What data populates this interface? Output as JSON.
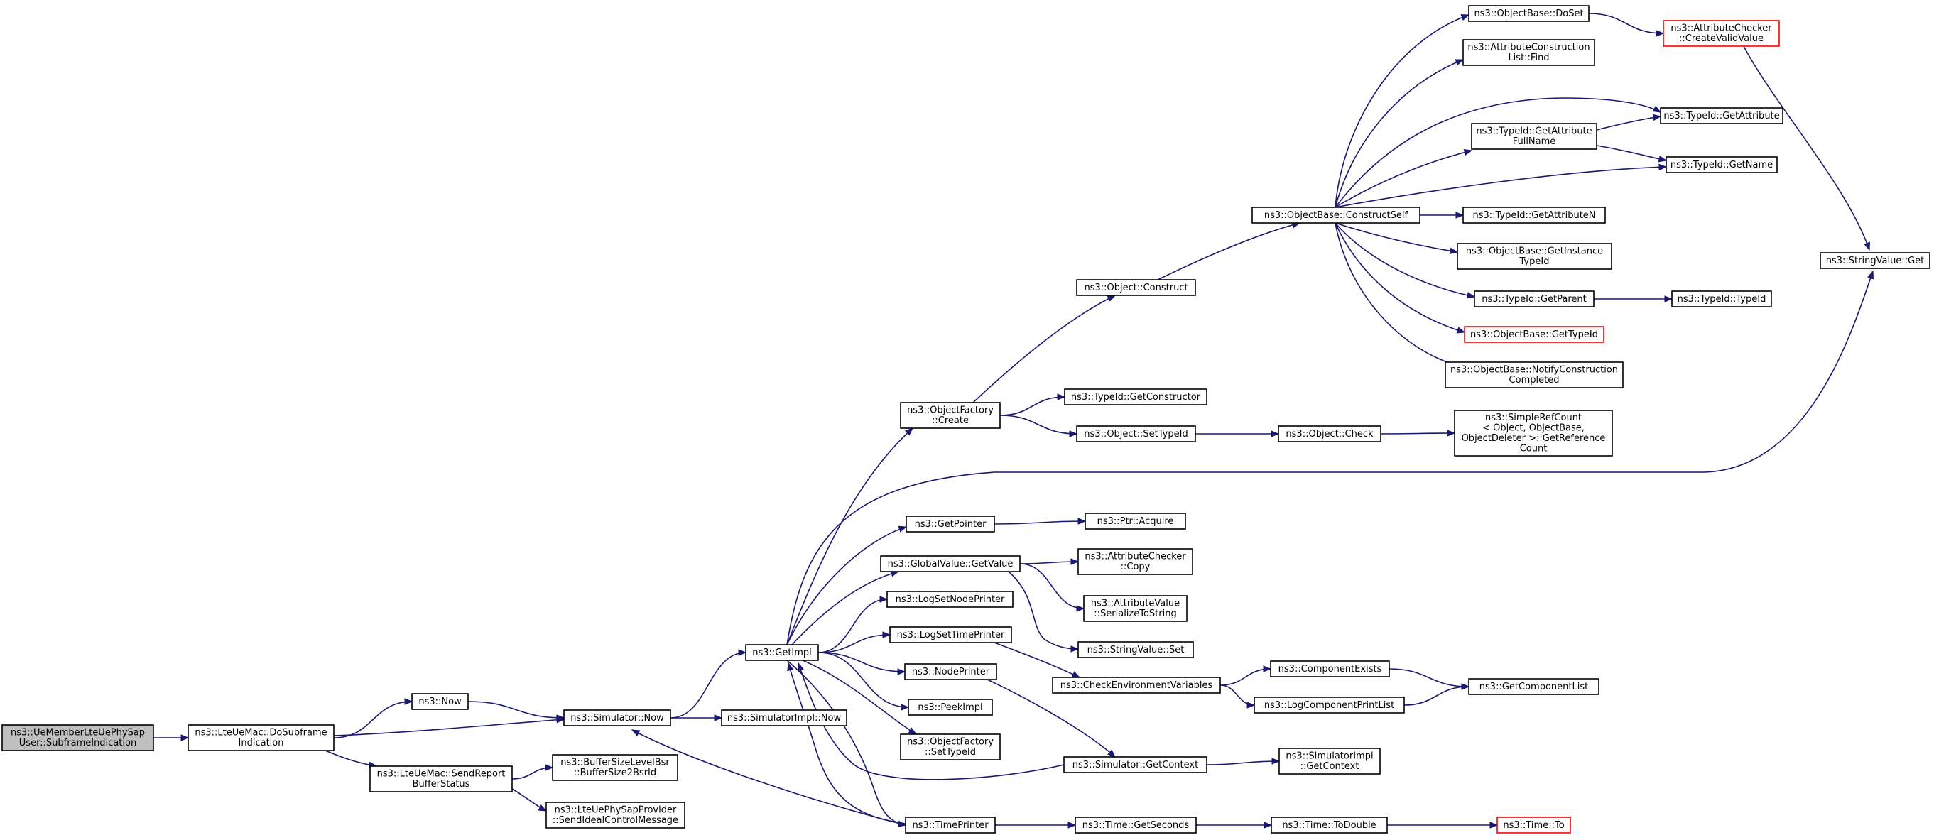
{
  "diagram": {
    "colors": {
      "edge": "#191970",
      "border_normal": "#000000",
      "border_truncated": "#ff0000",
      "root_fill": "#bfbfbf",
      "fill": "#ffffff"
    },
    "nodes": [
      {
        "id": "root",
        "lines": [
          "ns3::UeMemberLteUePhySap",
          "User::SubframeIndication"
        ],
        "style": "root"
      },
      {
        "id": "doSubframe",
        "lines": [
          "ns3::LteUeMac::DoSubframe",
          "Indication"
        ],
        "style": "normal"
      },
      {
        "id": "now",
        "lines": [
          "ns3::Now"
        ],
        "style": "normal"
      },
      {
        "id": "simNow",
        "lines": [
          "ns3::Simulator::Now"
        ],
        "style": "normal"
      },
      {
        "id": "sendReport",
        "lines": [
          "ns3::LteUeMac::SendReport",
          "BufferStatus"
        ],
        "style": "normal"
      },
      {
        "id": "bsr",
        "lines": [
          "ns3::BufferSizeLevelBsr",
          "::BufferSize2BsrId"
        ],
        "style": "normal"
      },
      {
        "id": "sendIdeal",
        "lines": [
          "ns3::LteUePhySapProvider",
          "::SendIdealControlMessage"
        ],
        "style": "normal"
      },
      {
        "id": "getImpl",
        "lines": [
          "ns3::GetImpl"
        ],
        "style": "normal"
      },
      {
        "id": "simImplNow",
        "lines": [
          "ns3::SimulatorImpl::Now"
        ],
        "style": "normal"
      },
      {
        "id": "ofCreate",
        "lines": [
          "ns3::ObjectFactory",
          "::Create"
        ],
        "style": "normal"
      },
      {
        "id": "getPointer",
        "lines": [
          "ns3::GetPointer"
        ],
        "style": "normal"
      },
      {
        "id": "gvGetValue",
        "lines": [
          "ns3::GlobalValue::GetValue"
        ],
        "style": "normal"
      },
      {
        "id": "logSetNode",
        "lines": [
          "ns3::LogSetNodePrinter"
        ],
        "style": "normal"
      },
      {
        "id": "logSetTime",
        "lines": [
          "ns3::LogSetTimePrinter"
        ],
        "style": "normal"
      },
      {
        "id": "nodePrinter",
        "lines": [
          "ns3::NodePrinter"
        ],
        "style": "normal"
      },
      {
        "id": "peekImpl",
        "lines": [
          "ns3::PeekImpl"
        ],
        "style": "normal"
      },
      {
        "id": "ofSetTypeId",
        "lines": [
          "ns3::ObjectFactory",
          "::SetTypeId"
        ],
        "style": "normal"
      },
      {
        "id": "timePrinter",
        "lines": [
          "ns3::TimePrinter"
        ],
        "style": "normal"
      },
      {
        "id": "objConstruct",
        "lines": [
          "ns3::Object::Construct"
        ],
        "style": "normal"
      },
      {
        "id": "tidGetCtor",
        "lines": [
          "ns3::TypeId::GetConstructor"
        ],
        "style": "normal"
      },
      {
        "id": "objSetTypeId",
        "lines": [
          "ns3::Object::SetTypeId"
        ],
        "style": "normal"
      },
      {
        "id": "ptrAcquire",
        "lines": [
          "ns3::Ptr::Acquire"
        ],
        "style": "normal"
      },
      {
        "id": "acCopy",
        "lines": [
          "ns3::AttributeChecker",
          "::Copy"
        ],
        "style": "normal"
      },
      {
        "id": "avSerialize",
        "lines": [
          "ns3::AttributeValue",
          "::SerializeToString"
        ],
        "style": "normal"
      },
      {
        "id": "svSet",
        "lines": [
          "ns3::StringValue::Set"
        ],
        "style": "normal"
      },
      {
        "id": "checkEnv",
        "lines": [
          "ns3::CheckEnvironmentVariables"
        ],
        "style": "normal"
      },
      {
        "id": "simGetContext",
        "lines": [
          "ns3::Simulator::GetContext"
        ],
        "style": "normal"
      },
      {
        "id": "timeGetSeconds",
        "lines": [
          "ns3::Time::GetSeconds"
        ],
        "style": "normal"
      },
      {
        "id": "obConstructSelf",
        "lines": [
          "ns3::ObjectBase::ConstructSelf"
        ],
        "style": "normal"
      },
      {
        "id": "objCheck",
        "lines": [
          "ns3::Object::Check"
        ],
        "style": "normal"
      },
      {
        "id": "compExists",
        "lines": [
          "ns3::ComponentExists"
        ],
        "style": "normal"
      },
      {
        "id": "logCompPrint",
        "lines": [
          "ns3::LogComponentPrintList"
        ],
        "style": "normal"
      },
      {
        "id": "simImplGetContext",
        "lines": [
          "ns3::SimulatorImpl",
          "::GetContext"
        ],
        "style": "normal"
      },
      {
        "id": "timeToDouble",
        "lines": [
          "ns3::Time::ToDouble"
        ],
        "style": "normal"
      },
      {
        "id": "obDoSet",
        "lines": [
          "ns3::ObjectBase::DoSet"
        ],
        "style": "normal"
      },
      {
        "id": "acListFind",
        "lines": [
          "ns3::AttributeConstruction",
          "List::Find"
        ],
        "style": "normal"
      },
      {
        "id": "tidGetAttrFull",
        "lines": [
          "ns3::TypeId::GetAttribute",
          "FullName"
        ],
        "style": "normal"
      },
      {
        "id": "tidGetAttrN",
        "lines": [
          "ns3::TypeId::GetAttributeN"
        ],
        "style": "normal"
      },
      {
        "id": "obGetInstance",
        "lines": [
          "ns3::ObjectBase::GetInstance",
          "TypeId"
        ],
        "style": "normal"
      },
      {
        "id": "tidGetParent",
        "lines": [
          "ns3::TypeId::GetParent"
        ],
        "style": "normal"
      },
      {
        "id": "obGetTypeId",
        "lines": [
          "ns3::ObjectBase::GetTypeId"
        ],
        "style": "truncated"
      },
      {
        "id": "obNotify",
        "lines": [
          "ns3::ObjectBase::NotifyConstruction",
          "Completed"
        ],
        "style": "normal"
      },
      {
        "id": "simpleRef",
        "lines": [
          "ns3::SimpleRefCount",
          "< Object, ObjectBase,",
          " ObjectDeleter >::GetReference",
          "Count"
        ],
        "style": "normal"
      },
      {
        "id": "getComponentList",
        "lines": [
          "ns3::GetComponentList"
        ],
        "style": "normal"
      },
      {
        "id": "timeTo",
        "lines": [
          "ns3::Time::To"
        ],
        "style": "truncated"
      },
      {
        "id": "acCreateValid",
        "lines": [
          "ns3::AttributeChecker",
          "::CreateValidValue"
        ],
        "style": "truncated"
      },
      {
        "id": "tidGetAttribute",
        "lines": [
          "ns3::TypeId::GetAttribute"
        ],
        "style": "normal"
      },
      {
        "id": "tidGetName",
        "lines": [
          "ns3::TypeId::GetName"
        ],
        "style": "normal"
      },
      {
        "id": "tidTypeId",
        "lines": [
          "ns3::TypeId::TypeId"
        ],
        "style": "normal"
      },
      {
        "id": "svGet",
        "lines": [
          "ns3::StringValue::Get"
        ],
        "style": "normal"
      }
    ],
    "edges": [
      [
        "root",
        "doSubframe"
      ],
      [
        "doSubframe",
        "now"
      ],
      [
        "doSubframe",
        "simNow"
      ],
      [
        "doSubframe",
        "sendReport"
      ],
      [
        "now",
        "simNow"
      ],
      [
        "sendReport",
        "bsr"
      ],
      [
        "sendReport",
        "sendIdeal"
      ],
      [
        "simNow",
        "getImpl"
      ],
      [
        "simNow",
        "simImplNow"
      ],
      [
        "getImpl",
        "ofCreate"
      ],
      [
        "getImpl",
        "getPointer"
      ],
      [
        "getImpl",
        "gvGetValue"
      ],
      [
        "getImpl",
        "logSetNode"
      ],
      [
        "getImpl",
        "logSetTime"
      ],
      [
        "getImpl",
        "nodePrinter"
      ],
      [
        "getImpl",
        "peekImpl"
      ],
      [
        "getImpl",
        "ofSetTypeId"
      ],
      [
        "getImpl",
        "timePrinter"
      ],
      [
        "getImpl",
        "svGet"
      ],
      [
        "ofCreate",
        "objConstruct"
      ],
      [
        "ofCreate",
        "tidGetCtor"
      ],
      [
        "ofCreate",
        "objSetTypeId"
      ],
      [
        "objConstruct",
        "obConstructSelf"
      ],
      [
        "objSetTypeId",
        "objCheck"
      ],
      [
        "objCheck",
        "simpleRef"
      ],
      [
        "getPointer",
        "ptrAcquire"
      ],
      [
        "gvGetValue",
        "acCopy"
      ],
      [
        "gvGetValue",
        "avSerialize"
      ],
      [
        "gvGetValue",
        "svSet"
      ],
      [
        "logSetTime",
        "checkEnv"
      ],
      [
        "nodePrinter",
        "simGetContext"
      ],
      [
        "simGetContext",
        "getImpl"
      ],
      [
        "simGetContext",
        "simImplGetContext"
      ],
      [
        "timePrinter",
        "simNow"
      ],
      [
        "timePrinter",
        "getImpl"
      ],
      [
        "timePrinter",
        "timeGetSeconds"
      ],
      [
        "timeGetSeconds",
        "timeToDouble"
      ],
      [
        "timeToDouble",
        "timeTo"
      ],
      [
        "checkEnv",
        "compExists"
      ],
      [
        "checkEnv",
        "logCompPrint"
      ],
      [
        "compExists",
        "getComponentList"
      ],
      [
        "logCompPrint",
        "getComponentList"
      ],
      [
        "obConstructSelf",
        "obDoSet"
      ],
      [
        "obConstructSelf",
        "acListFind"
      ],
      [
        "obConstructSelf",
        "tidGetAttribute"
      ],
      [
        "obConstructSelf",
        "tidGetAttrFull"
      ],
      [
        "obConstructSelf",
        "tidGetName"
      ],
      [
        "obConstructSelf",
        "tidGetAttrN"
      ],
      [
        "obConstructSelf",
        "obGetInstance"
      ],
      [
        "obConstructSelf",
        "tidGetParent"
      ],
      [
        "obConstructSelf",
        "obGetTypeId"
      ],
      [
        "obConstructSelf",
        "obNotify"
      ],
      [
        "obDoSet",
        "acCreateValid"
      ],
      [
        "acCreateValid",
        "svGet"
      ],
      [
        "tidGetAttrFull",
        "tidGetAttribute"
      ],
      [
        "tidGetAttrFull",
        "tidGetName"
      ],
      [
        "tidGetParent",
        "tidTypeId"
      ]
    ]
  }
}
